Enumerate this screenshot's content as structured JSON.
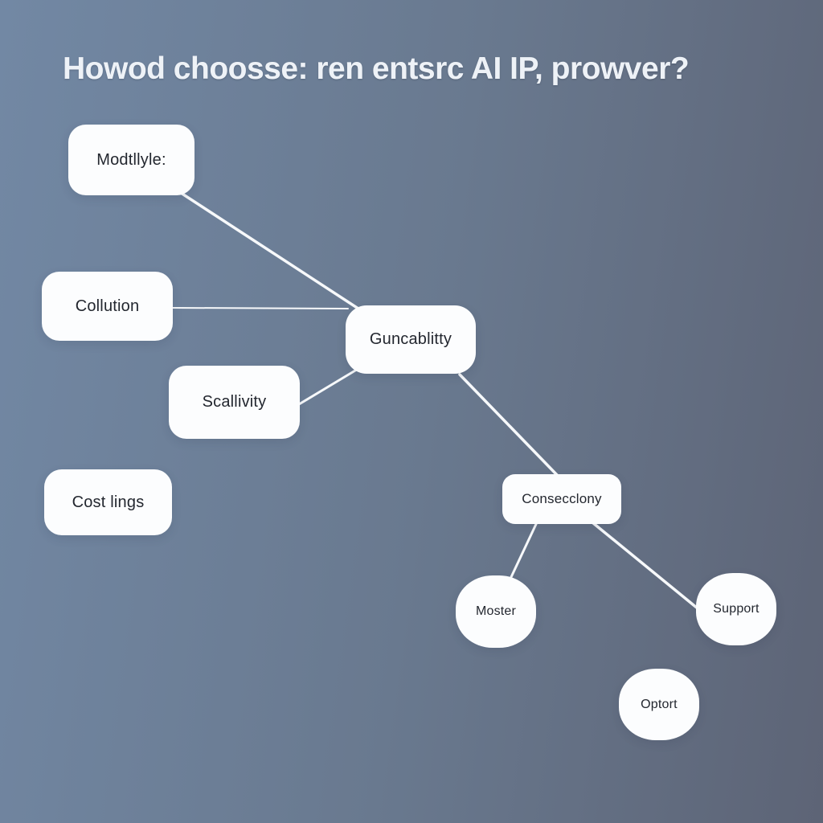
{
  "title": "Howod choosse: ren entsrc AI IP, prowver?",
  "colors": {
    "background_left": "#7288a4",
    "background_right": "#5d6476",
    "node_fill": "#fcfdfe",
    "node_text": "#23272f",
    "connector": "#f7f9fb",
    "title_text": "#eef2f7"
  },
  "nodes": [
    {
      "id": "modtllyle",
      "label": "Modtllyle:"
    },
    {
      "id": "collution",
      "label": "Collution"
    },
    {
      "id": "guncablitty",
      "label": "Guncablitty"
    },
    {
      "id": "scallivity",
      "label": "Scallivity"
    },
    {
      "id": "cost-lings",
      "label": "Cost lings"
    },
    {
      "id": "consecclony",
      "label": "Consecclony"
    },
    {
      "id": "moster",
      "label": "Moster"
    },
    {
      "id": "support",
      "label": "Support"
    },
    {
      "id": "optort",
      "label": "Optort"
    }
  ],
  "edges": [
    {
      "from": "modtllyle",
      "to": "guncablitty"
    },
    {
      "from": "collution",
      "to": "guncablitty"
    },
    {
      "from": "scallivity",
      "to": "guncablitty"
    },
    {
      "from": "guncablitty",
      "to": "consecclony"
    },
    {
      "from": "consecclony",
      "to": "moster"
    },
    {
      "from": "consecclony",
      "to": "support"
    }
  ]
}
